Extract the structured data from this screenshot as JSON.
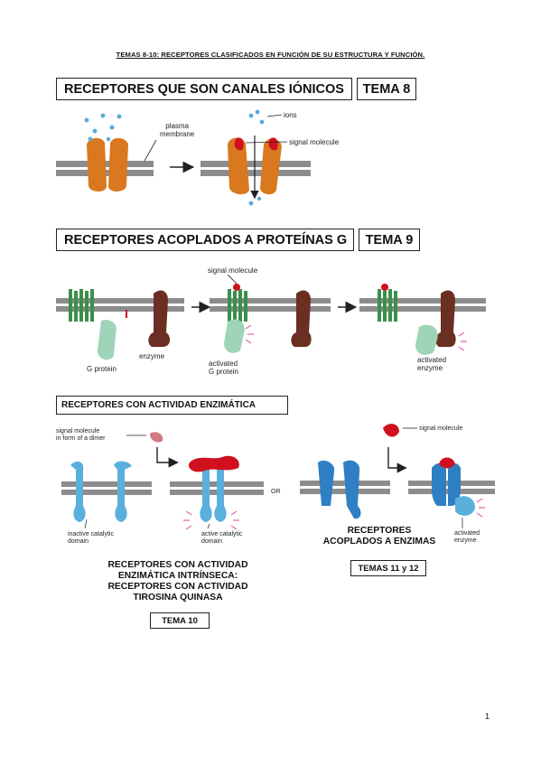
{
  "page_title": "TEMAS 8-10: RECEPTORES CLASIFICADOS EN FUNCIÓN DE SU ESTRUCTURA Y FUNCIÓN.",
  "sections": {
    "ion_channel": {
      "heading": "RECEPTORES QUE SON CANALES IÓNICOS",
      "tema": "TEMA 8",
      "labels": {
        "membrane": "plasma\nmembrane",
        "ions": "ions",
        "signal": "signal molecule"
      }
    },
    "g_protein": {
      "heading": "RECEPTORES ACOPLADOS A PROTEÍNAS G",
      "tema": "TEMA 9",
      "labels": {
        "signal": "signal molecule",
        "gprotein": "G protein",
        "enzyme": "enzyme",
        "activated_gprotein": "activated\nG protein",
        "activated_enzyme": "activated\nenzyme"
      }
    },
    "enzymatic": {
      "heading": "RECEPTORES CON ACTIVIDAD ENZIMÁTICA",
      "labels": {
        "dimer": "signal molecule\nin form of a dimer",
        "inactive": "inactive catalytic\ndomain",
        "active": "active catalytic\ndomain",
        "or": "OR",
        "signal_right": "signal molecule",
        "activated_enzyme": "activated\nenzyme"
      },
      "caption_left": "RECEPTORES CON ACTIVIDAD\nENZIMÁTICA INTRÍNSECA:\nRECEPTORES CON ACTIVIDAD\nTIROSINA QUINASA",
      "tema_left": "TEMA 10",
      "caption_right": "RECEPTORES\nACOPLADOS A ENZIMAS",
      "tema_right": "TEMAS 11 y 12"
    }
  },
  "page_number": "1",
  "colors": {
    "membrane": "#8c8c8c",
    "orange_receptor": "#d9781e",
    "signal_red": "#d0101e",
    "ion_blue": "#5aa9d8",
    "green_receptor": "#3c8f4a",
    "g_protein": "#9fd4b8",
    "enzyme_brown": "#6b2e22",
    "blue_receptor": "#5ab0dd",
    "activation_pink": "#e0409a"
  }
}
